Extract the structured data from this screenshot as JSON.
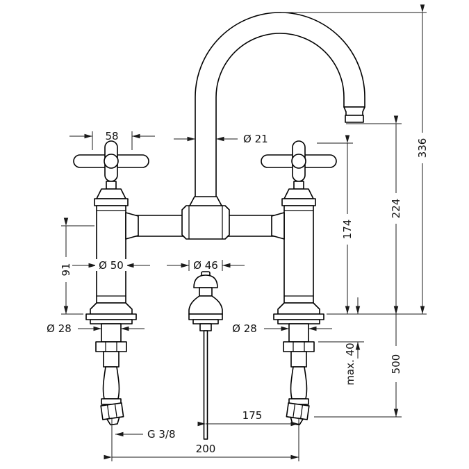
{
  "page": {
    "background": "#ffffff",
    "line_color": "#000000"
  },
  "drawing": {
    "subject": "technical dimension drawing of a two-handle bridge basin mixer faucet with high arc spout and pop-up waste control, front elevation",
    "dimensions": {
      "handle_width": "58",
      "spout_pipe_diameter": "Ø 21",
      "overall_height": "336",
      "spout_outlet_height": "224",
      "handle_top_height": "174",
      "body_height": "91",
      "body_diameter": "Ø 50",
      "popup_knob_diameter": "Ø 46",
      "left_shank_diameter": "Ø 28",
      "right_shank_diameter": "Ø 28",
      "max_counter_thickness": "max. 40",
      "hose_length": "500",
      "spout_reach": "175",
      "thread_size": "G 3/8",
      "hole_spacing": "200"
    }
  }
}
